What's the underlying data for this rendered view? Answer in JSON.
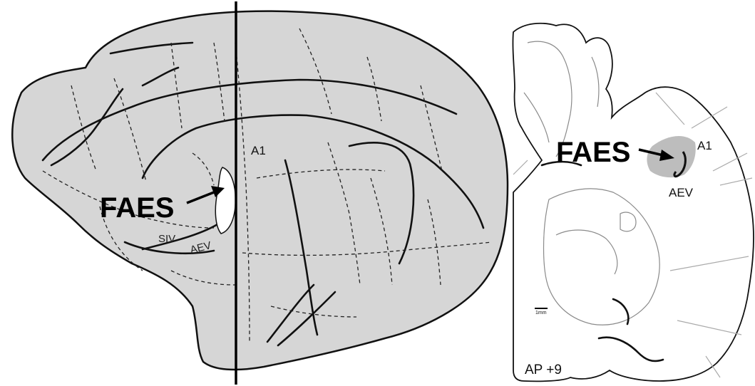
{
  "lateral_view": {
    "faes_label": "FAES",
    "a1_label": "A1",
    "siv_label": "SIV",
    "aev_label": "AEV"
  },
  "coronal_section": {
    "faes_label": "FAES",
    "a1_label": "A1",
    "aev_label": "AEV",
    "ap_label": "AP +9",
    "scale_bar_label": "1mm"
  },
  "colors": {
    "cortex_fill": "#d6d6d6",
    "outline": "#111111",
    "faes_region_fill": "#bdbdbd"
  }
}
